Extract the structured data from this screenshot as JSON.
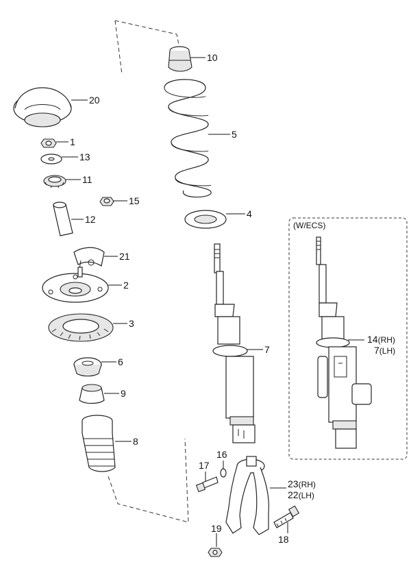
{
  "inset": {
    "title": "(W/ECS)"
  },
  "labels": {
    "p10": "10",
    "p20": "20",
    "p5": "5",
    "p1": "1",
    "p13": "13",
    "p11": "11",
    "p15": "15",
    "p12": "12",
    "p4": "4",
    "p21": "21",
    "p2": "2",
    "p3": "3",
    "p7": "7",
    "p6": "6",
    "p9": "9",
    "p8": "8",
    "p16": "16",
    "p17": "17",
    "p23": "23",
    "p23_suffix": "(RH)",
    "p22": "22",
    "p22_suffix": "(LH)",
    "p19": "19",
    "p18": "18",
    "p14": "14",
    "p14_suffix": "(RH)",
    "p7b": "7",
    "p7b_suffix": "(LH)"
  }
}
